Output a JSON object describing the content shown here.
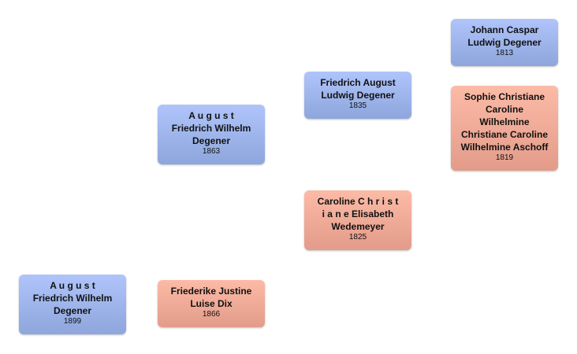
{
  "people": {
    "p1": {
      "name": "A u g u s t\nFriedrich Wilhelm\nDegener",
      "year": "1899",
      "sex": "male"
    },
    "p2": {
      "name": "A u g u s t\nFriedrich Wilhelm\nDegener",
      "year": "1863",
      "sex": "male"
    },
    "p3": {
      "name": "Friederike Justine\nLuise Dix",
      "year": "1866",
      "sex": "female"
    },
    "p4": {
      "name": "Friedrich August\nLudwig Degener",
      "year": "1835",
      "sex": "male"
    },
    "p5": {
      "name": "Caroline C h r i s t\ni a n e Elisabeth\nWedemeyer",
      "year": "1825",
      "sex": "female"
    },
    "p6": {
      "name": "Johann Caspar\nLudwig Degener",
      "year": "1813",
      "sex": "male"
    },
    "p7": {
      "name": "Sophie Christiane\nCaroline\nWilhelmine\nChristiane Caroline\nWilhelmine Aschoff",
      "year": "1819",
      "sex": "female"
    }
  },
  "colors": {
    "male_top": "#afc4fb",
    "male_bottom": "#8ea6dc",
    "female_top": "#fcbba6",
    "female_bottom": "#e39b8a"
  }
}
